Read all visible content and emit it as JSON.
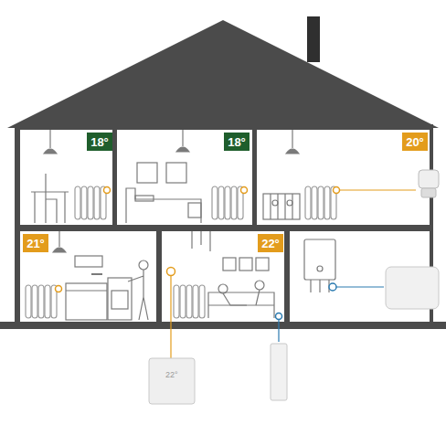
{
  "diagram": {
    "nodes": [
      {
        "text": [
          "18°"
        ]
      },
      {
        "text": [
          "18°"
        ]
      },
      {
        "text": [
          "20°"
        ]
      },
      {
        "text": [
          "21°"
        ]
      },
      {
        "text": [
          "22°"
        ]
      }
    ],
    "labels": [
      "22°"
    ]
  }
}
